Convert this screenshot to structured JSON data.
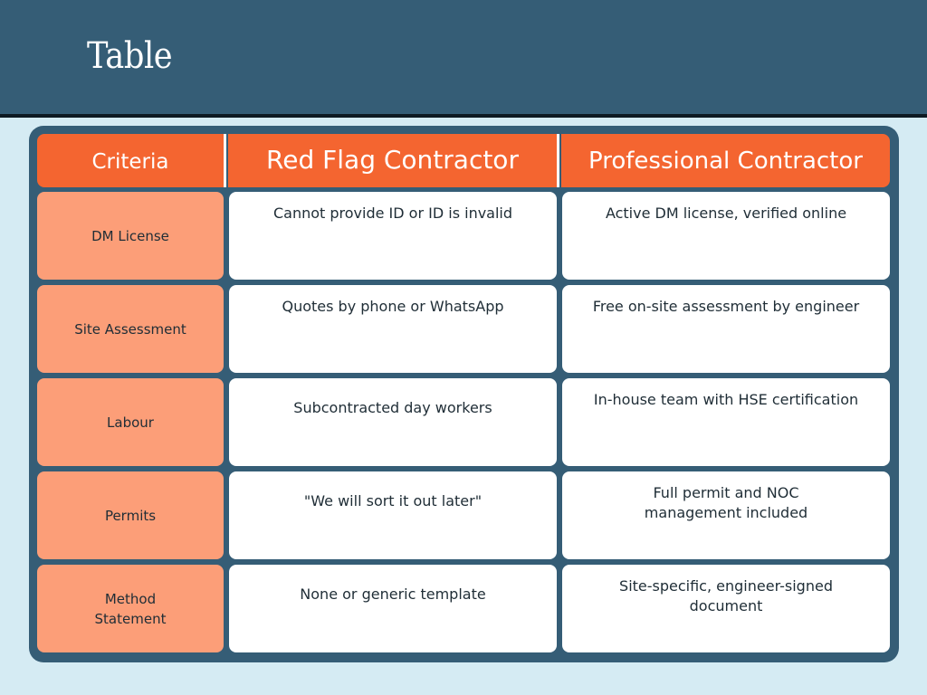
{
  "page": {
    "title": "Table"
  },
  "table": {
    "headers": [
      "Criteria",
      "Red Flag Contractor",
      "Professional Contractor"
    ],
    "rows": [
      {
        "criteria": "DM License",
        "red_flag": "Cannot provide ID or ID is invalid",
        "professional": "Active DM license, verified online"
      },
      {
        "criteria": "Site Assessment",
        "red_flag": "Quotes by phone or WhatsApp",
        "professional": "Free on-site assessment by engineer"
      },
      {
        "criteria": "Labour",
        "red_flag": "Subcontracted day workers",
        "professional": "In-house team with HSE certification"
      },
      {
        "criteria": "Permits",
        "red_flag": "\"We will sort it out later\"",
        "professional": "Full permit and NOC management included"
      },
      {
        "criteria": "Method Statement",
        "red_flag": "None or generic template",
        "professional": "Site-specific, engineer-signed document"
      }
    ]
  },
  "colors": {
    "header_band": "#355d76",
    "header_rule": "#0e1a22",
    "page_background": "#d5ebf3",
    "table_frame": "#355d76",
    "column_header": "#f46530",
    "criteria_cell": "#fc9e78",
    "data_cell": "#ffffff"
  }
}
